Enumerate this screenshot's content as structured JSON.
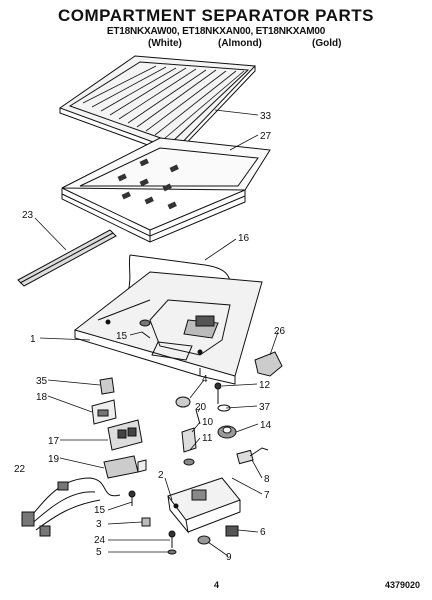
{
  "header": {
    "title": "COMPARTMENT SEPARATOR PARTS",
    "models": "ET18NKXAW00, ET18NKXAN00, ET18NKXAM00",
    "color_1": "(White)",
    "color_2": "(Almond)",
    "color_3": "(Gold)"
  },
  "callouts": {
    "p1": "1",
    "p2": "2",
    "p3": "3",
    "p4": "4",
    "p5": "5",
    "p6": "6",
    "p7": "7",
    "p8": "8",
    "p9": "9",
    "p10": "10",
    "p11": "11",
    "p12": "12",
    "p14": "14",
    "p15a": "15",
    "p15b": "15",
    "p16": "16",
    "p17": "17",
    "p18": "18",
    "p19": "19",
    "p20": "20",
    "p22": "22",
    "p23": "23",
    "p24": "24",
    "p26": "26",
    "p27": "27",
    "p33": "33",
    "p35": "35",
    "p37": "37"
  },
  "footer": {
    "page_number": "4",
    "doc_number": "4379020"
  }
}
